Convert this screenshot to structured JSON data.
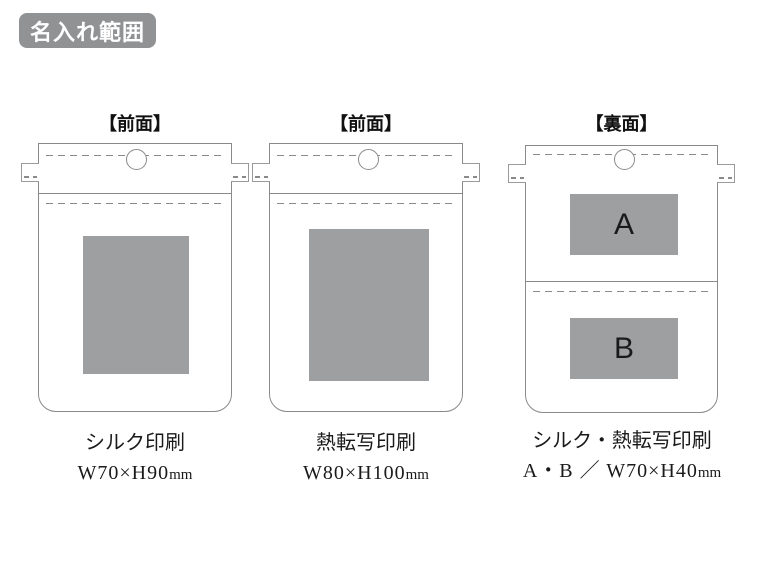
{
  "header": {
    "badge_label": "名入れ範囲"
  },
  "colors": {
    "badge_bg": "#909294",
    "badge_text": "#ffffff",
    "outline": "#8a8a8a",
    "print_area_fill": "#9e9fa1",
    "text": "#1a1a1a"
  },
  "bags": [
    {
      "title": "【前面】",
      "method": "シルク印刷",
      "size": "W70×H90",
      "unit": "mm"
    },
    {
      "title": "【前面】",
      "method": "熱転写印刷",
      "size": "W80×H100",
      "unit": "mm"
    },
    {
      "title": "【裏面】",
      "method": "シルク・熱転写印刷",
      "size": "A・B ／ W70×H40",
      "unit": "mm",
      "areas": [
        "A",
        "B"
      ]
    }
  ]
}
